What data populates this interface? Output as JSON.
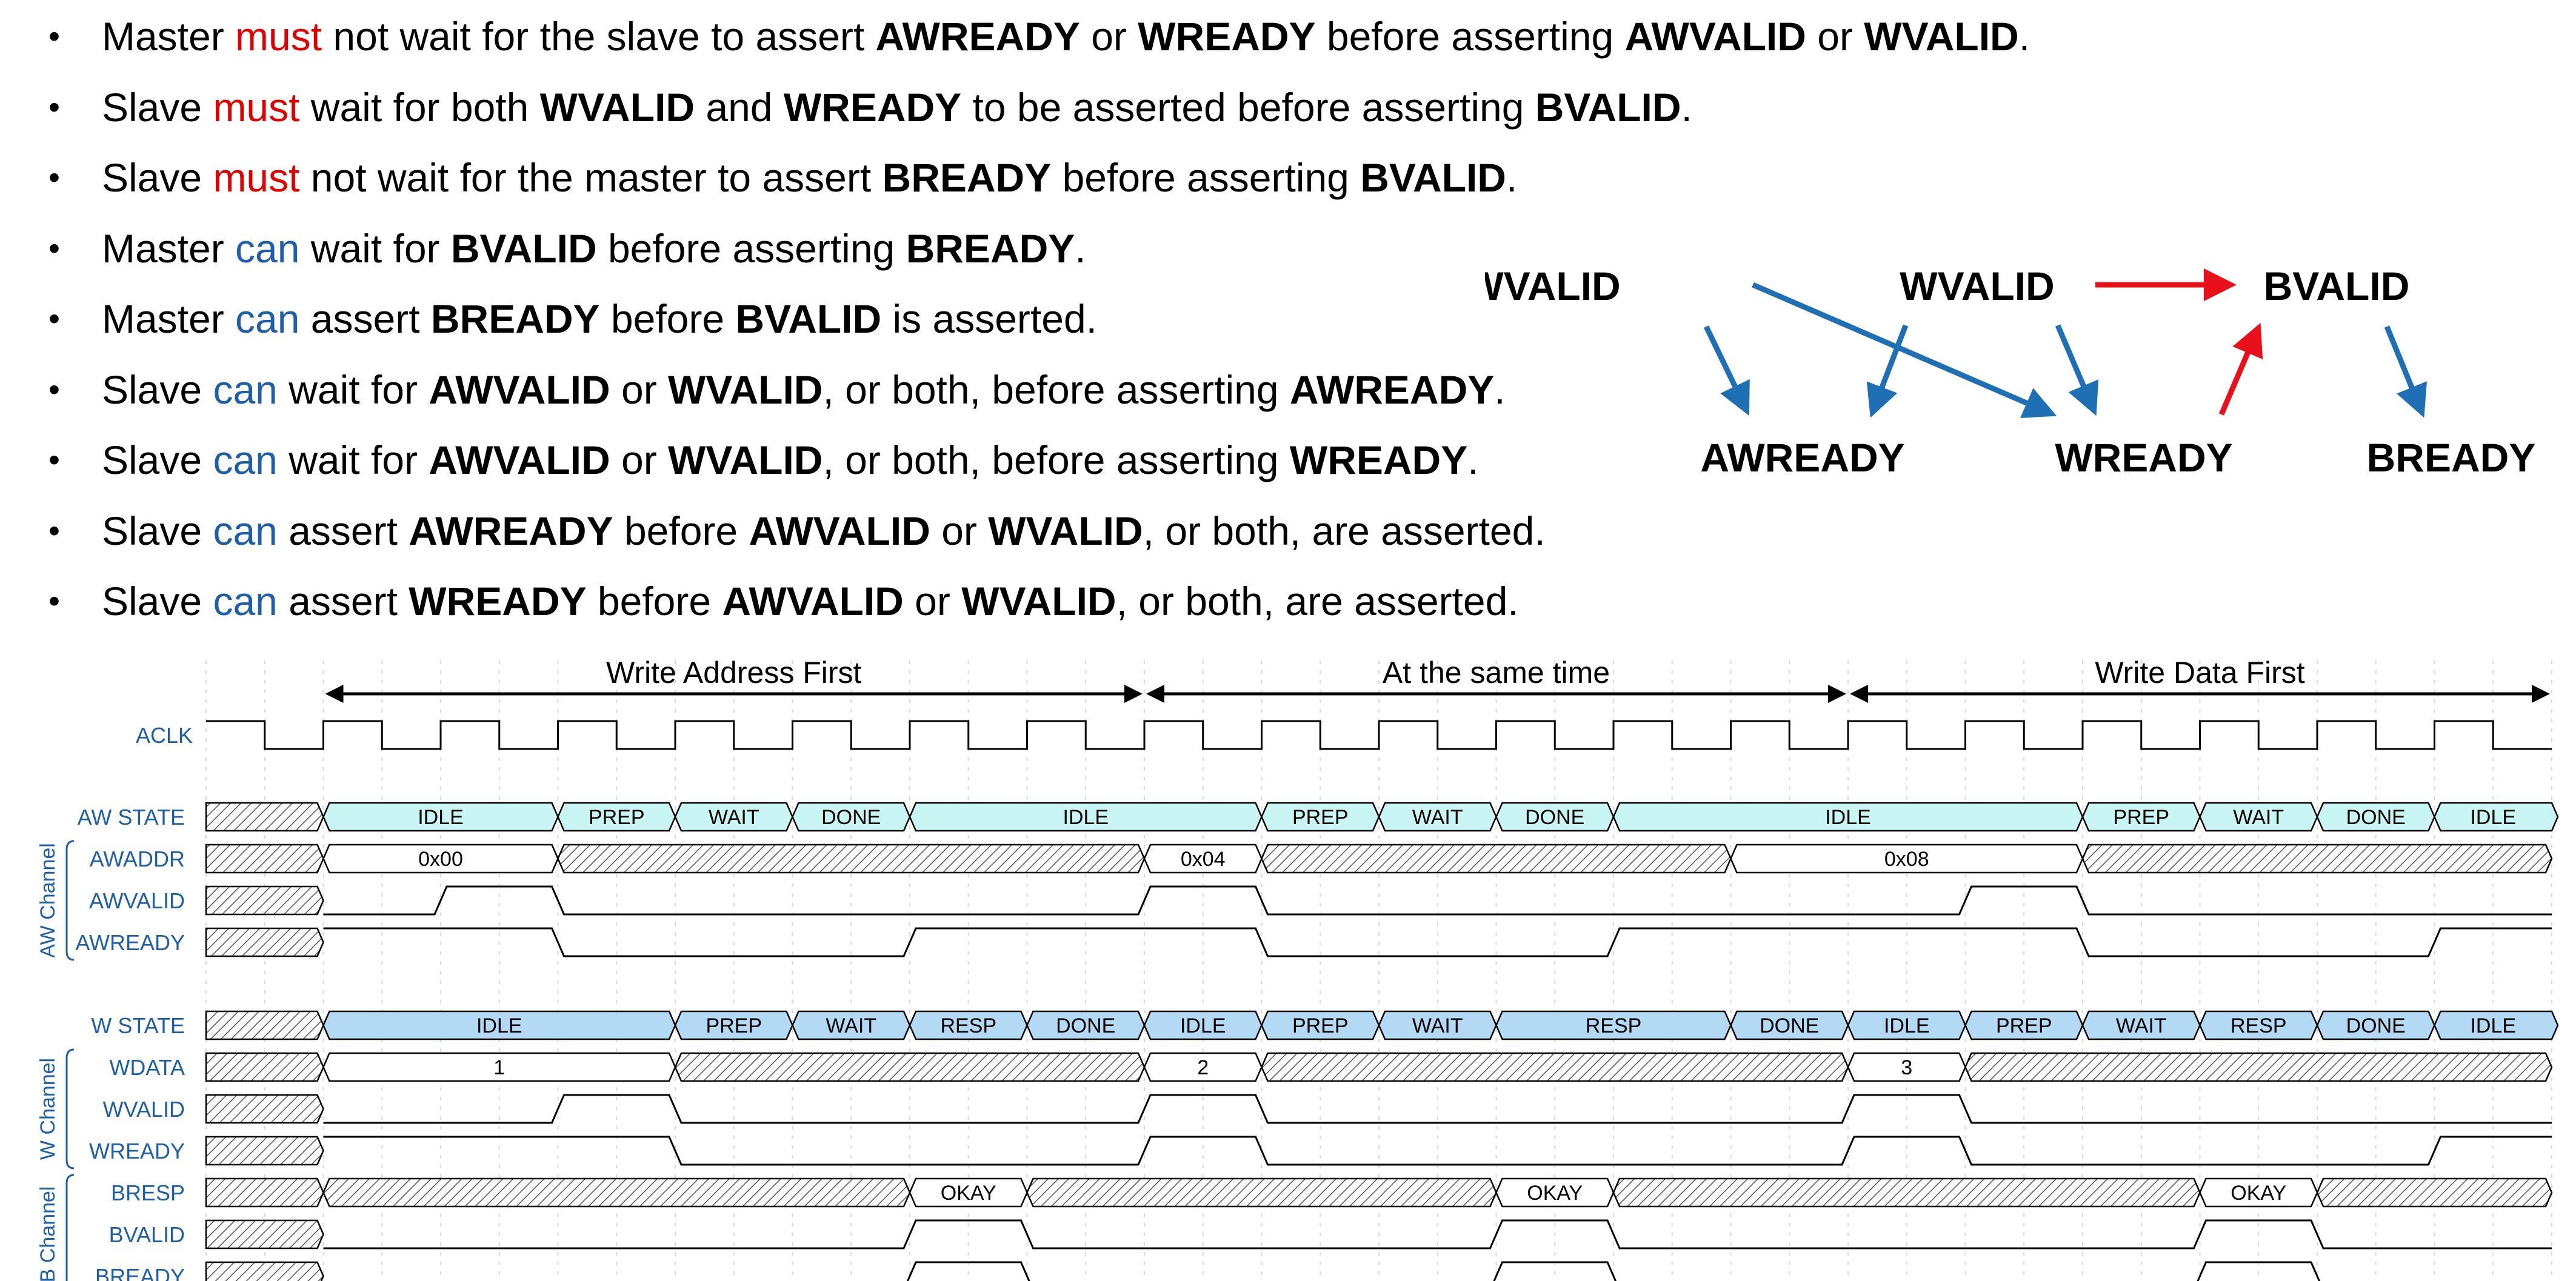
{
  "rules": [
    {
      "segs": [
        {
          "t": "Master ",
          "s": "n"
        },
        {
          "t": "must",
          "s": "m"
        },
        {
          "t": " not wait for the slave to assert ",
          "s": "n"
        },
        {
          "t": "AWREADY",
          "s": "b"
        },
        {
          "t": " or ",
          "s": "n"
        },
        {
          "t": "WREADY",
          "s": "b"
        },
        {
          "t": " before asserting ",
          "s": "n"
        },
        {
          "t": "AWVALID",
          "s": "b"
        },
        {
          "t": " or ",
          "s": "n"
        },
        {
          "t": "WVALID",
          "s": "b"
        },
        {
          "t": ".",
          "s": "n"
        }
      ]
    },
    {
      "segs": [
        {
          "t": "Slave ",
          "s": "n"
        },
        {
          "t": "must",
          "s": "m"
        },
        {
          "t": " wait for both ",
          "s": "n"
        },
        {
          "t": "WVALID",
          "s": "b"
        },
        {
          "t": " and ",
          "s": "n"
        },
        {
          "t": "WREADY",
          "s": "b"
        },
        {
          "t": " to be asserted before asserting ",
          "s": "n"
        },
        {
          "t": "BVALID",
          "s": "b"
        },
        {
          "t": ".",
          "s": "n"
        }
      ]
    },
    {
      "segs": [
        {
          "t": "Slave ",
          "s": "n"
        },
        {
          "t": "must",
          "s": "m"
        },
        {
          "t": " not wait for the master to assert ",
          "s": "n"
        },
        {
          "t": "BREADY",
          "s": "b"
        },
        {
          "t": " before asserting ",
          "s": "n"
        },
        {
          "t": "BVALID",
          "s": "b"
        },
        {
          "t": ".",
          "s": "n"
        }
      ]
    },
    {
      "segs": [
        {
          "t": "Master ",
          "s": "n"
        },
        {
          "t": "can",
          "s": "c"
        },
        {
          "t": " wait for ",
          "s": "n"
        },
        {
          "t": "BVALID",
          "s": "b"
        },
        {
          "t": " before asserting ",
          "s": "n"
        },
        {
          "t": "BREADY",
          "s": "b"
        },
        {
          "t": ".",
          "s": "n"
        }
      ]
    },
    {
      "segs": [
        {
          "t": "Master ",
          "s": "n"
        },
        {
          "t": "can",
          "s": "c"
        },
        {
          "t": " assert ",
          "s": "n"
        },
        {
          "t": "BREADY",
          "s": "b"
        },
        {
          "t": " before ",
          "s": "n"
        },
        {
          "t": "BVALID",
          "s": "b"
        },
        {
          "t": " is asserted.",
          "s": "n"
        }
      ]
    },
    {
      "segs": [
        {
          "t": "Slave ",
          "s": "n"
        },
        {
          "t": "can",
          "s": "c"
        },
        {
          "t": " wait for ",
          "s": "n"
        },
        {
          "t": "AWVALID",
          "s": "b"
        },
        {
          "t": " or ",
          "s": "n"
        },
        {
          "t": "WVALID",
          "s": "b"
        },
        {
          "t": ", or both, before asserting ",
          "s": "n"
        },
        {
          "t": "AWREADY",
          "s": "b"
        },
        {
          "t": ".",
          "s": "n"
        }
      ]
    },
    {
      "segs": [
        {
          "t": "Slave ",
          "s": "n"
        },
        {
          "t": "can",
          "s": "c"
        },
        {
          "t": " wait for ",
          "s": "n"
        },
        {
          "t": "AWVALID",
          "s": "b"
        },
        {
          "t": " or ",
          "s": "n"
        },
        {
          "t": "WVALID",
          "s": "b"
        },
        {
          "t": ", or both, before asserting ",
          "s": "n"
        },
        {
          "t": "WREADY",
          "s": "b"
        },
        {
          "t": ".",
          "s": "n"
        }
      ]
    },
    {
      "segs": [
        {
          "t": "Slave ",
          "s": "n"
        },
        {
          "t": "can",
          "s": "c"
        },
        {
          "t": " assert ",
          "s": "n"
        },
        {
          "t": "AWREADY",
          "s": "b"
        },
        {
          "t": " before ",
          "s": "n"
        },
        {
          "t": "AWVALID",
          "s": "b"
        },
        {
          "t": " or ",
          "s": "n"
        },
        {
          "t": "WVALID",
          "s": "b"
        },
        {
          "t": ", or both, are asserted.",
          "s": "n"
        }
      ]
    },
    {
      "segs": [
        {
          "t": "Slave ",
          "s": "n"
        },
        {
          "t": "can",
          "s": "c"
        },
        {
          "t": " assert ",
          "s": "n"
        },
        {
          "t": "WREADY",
          "s": "b"
        },
        {
          "t": " before ",
          "s": "n"
        },
        {
          "t": "AWVALID",
          "s": "b"
        },
        {
          "t": " or ",
          "s": "n"
        },
        {
          "t": "WVALID",
          "s": "b"
        },
        {
          "t": ", or both, are asserted.",
          "s": "n"
        }
      ]
    }
  ],
  "dependency": {
    "nodes": [
      "AWVALID",
      "WVALID",
      "BVALID",
      "AWREADY",
      "WREADY",
      "BREADY"
    ],
    "arrows": [
      {
        "from": "AWVALID",
        "to": "AWREADY",
        "color": "blue"
      },
      {
        "from": "AWVALID",
        "to": "WREADY",
        "color": "blue"
      },
      {
        "from": "WVALID",
        "to": "AWREADY",
        "color": "blue"
      },
      {
        "from": "WVALID",
        "to": "WREADY",
        "color": "blue"
      },
      {
        "from": "WVALID",
        "to": "BVALID",
        "color": "red"
      },
      {
        "from": "WREADY",
        "to": "BVALID",
        "color": "red"
      },
      {
        "from": "BVALID",
        "to": "BREADY",
        "color": "blue"
      }
    ]
  },
  "colors": {
    "must": "#e00000",
    "can": "#1f5fa8",
    "arrow_blue": "#1f6fb5",
    "arrow_red": "#e8101a",
    "signal_label": "#1f5fa8",
    "aw_state_fill": "#c9f5f5",
    "w_state_fill": "#b3d9f5"
  },
  "timing": {
    "cycles": 20,
    "phases": [
      {
        "label": "Write Address First",
        "from": 1,
        "to": 8
      },
      {
        "label": "At the same time",
        "from": 8,
        "to": 14
      },
      {
        "label": "Write Data First",
        "from": 14,
        "to": 20
      }
    ],
    "clock_label": "ACLK",
    "groups": [
      {
        "label": "AW Channel",
        "rows": [
          "AWADDR",
          "AWVALID",
          "AWREADY"
        ]
      },
      {
        "label": "W Channel",
        "rows": [
          "WDATA",
          "WVALID",
          "WREADY"
        ]
      },
      {
        "label": "B Channel",
        "rows": [
          "BRESP",
          "BVALID",
          "BREADY"
        ]
      }
    ],
    "rows": [
      {
        "label": "AW STATE",
        "type": "bus",
        "fill": "aw",
        "segs": [
          [
            1,
            3,
            "IDLE"
          ],
          [
            3,
            4,
            "PREP"
          ],
          [
            4,
            5,
            "WAIT"
          ],
          [
            5,
            6,
            "DONE"
          ],
          [
            6,
            9,
            "IDLE"
          ],
          [
            9,
            10,
            "PREP"
          ],
          [
            10,
            11,
            "WAIT"
          ],
          [
            11,
            12,
            "DONE"
          ],
          [
            12,
            16,
            "IDLE"
          ],
          [
            16,
            17,
            "PREP"
          ],
          [
            17,
            18,
            "WAIT"
          ],
          [
            18,
            19,
            "DONE"
          ],
          [
            19,
            20,
            "IDLE"
          ]
        ]
      },
      {
        "label": "AWADDR",
        "type": "bus",
        "fill": "white",
        "segs": [
          [
            1,
            3,
            "0x00"
          ],
          [
            8,
            9,
            "0x04"
          ],
          [
            13,
            16,
            "0x08"
          ]
        ]
      },
      {
        "label": "AWVALID",
        "type": "bit",
        "hi": [
          [
            2,
            3
          ],
          [
            8,
            9
          ],
          [
            15,
            16
          ]
        ]
      },
      {
        "label": "AWREADY",
        "type": "bit",
        "hi": [
          [
            1,
            3
          ],
          [
            6,
            9
          ],
          [
            12,
            16
          ],
          [
            19,
            20
          ]
        ]
      },
      {
        "label": "W STATE",
        "type": "bus",
        "fill": "w",
        "segs": [
          [
            1,
            4,
            "IDLE"
          ],
          [
            4,
            5,
            "PREP"
          ],
          [
            5,
            6,
            "WAIT"
          ],
          [
            6,
            7,
            "RESP"
          ],
          [
            7,
            8,
            "DONE"
          ],
          [
            8,
            9,
            "IDLE"
          ],
          [
            9,
            10,
            "PREP"
          ],
          [
            10,
            11,
            "WAIT"
          ],
          [
            11,
            13,
            "RESP"
          ],
          [
            13,
            14,
            "DONE"
          ],
          [
            14,
            15,
            "IDLE"
          ],
          [
            15,
            16,
            "PREP"
          ],
          [
            16,
            17,
            "WAIT"
          ],
          [
            17,
            18,
            "RESP"
          ],
          [
            18,
            19,
            "DONE"
          ],
          [
            19,
            20,
            "IDLE"
          ]
        ]
      },
      {
        "label": "WDATA",
        "type": "bus",
        "fill": "white",
        "segs": [
          [
            1,
            4,
            "1"
          ],
          [
            8,
            9,
            "2"
          ],
          [
            14,
            15,
            "3"
          ]
        ]
      },
      {
        "label": "WVALID",
        "type": "bit",
        "hi": [
          [
            3,
            4
          ],
          [
            8,
            9
          ],
          [
            14,
            15
          ]
        ]
      },
      {
        "label": "WREADY",
        "type": "bit",
        "hi": [
          [
            1,
            4
          ],
          [
            8,
            9
          ],
          [
            14,
            15
          ],
          [
            19,
            20
          ]
        ]
      },
      {
        "label": "BRESP",
        "type": "bus",
        "fill": "white",
        "hatchstart": false,
        "segs": [
          [
            6,
            7,
            "OKAY"
          ],
          [
            11,
            12,
            "OKAY"
          ],
          [
            17,
            18,
            "OKAY"
          ]
        ]
      },
      {
        "label": "BVALID",
        "type": "bit",
        "hi": [
          [
            6,
            7
          ],
          [
            11,
            12
          ],
          [
            17,
            18
          ]
        ]
      },
      {
        "label": "BREADY",
        "type": "bit",
        "hi": [
          [
            6,
            7
          ],
          [
            11,
            12
          ],
          [
            17,
            18
          ]
        ]
      }
    ]
  }
}
